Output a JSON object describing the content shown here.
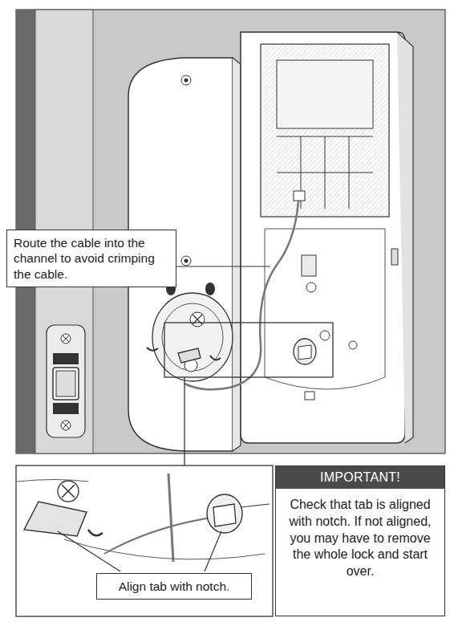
{
  "diagram": {
    "nodes": [
      {
        "text": [
          "Route the cable into the channel to avoid crimping the cable."
        ]
      },
      {
        "text": [
          "Align tab with notch."
        ]
      },
      {
        "text": [
          "IMPORTANT!",
          "Check that tab is aligned with notch. If not aligned, you may have to remove the whole lock and start over."
        ]
      }
    ]
  }
}
